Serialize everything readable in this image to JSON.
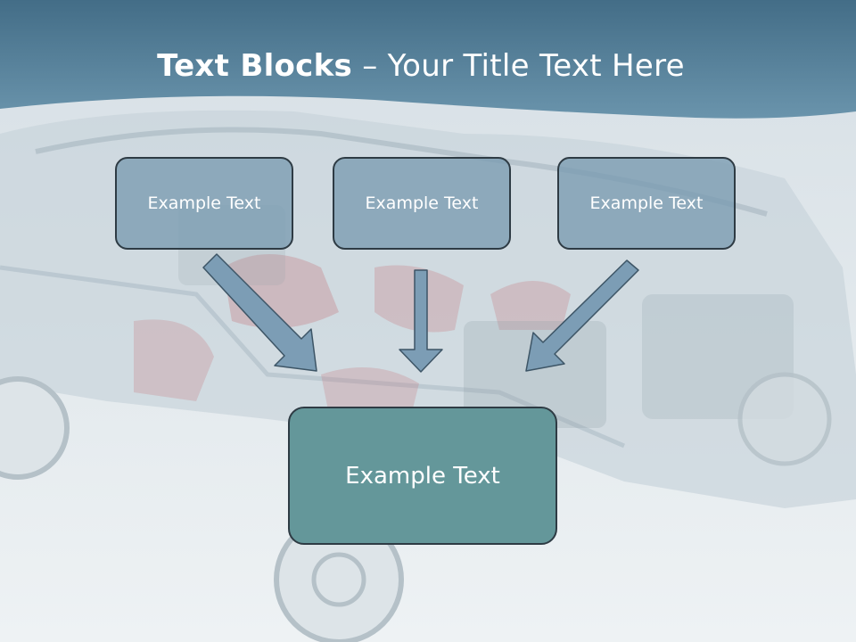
{
  "title": {
    "bold": "Text Blocks",
    "dash": " – ",
    "rest": "Your Title Text Here"
  },
  "blocks": [
    {
      "label": "Example Text"
    },
    {
      "label": "Example Text"
    },
    {
      "label": "Example Text"
    }
  ],
  "result": {
    "label": "Example Text"
  },
  "colors": {
    "header": "#5b87a0",
    "block_fill": "#7a9bb1",
    "result_fill": "#64979a",
    "border": "#2e3b44",
    "arrow": "#7c9db5"
  },
  "icons": {
    "background": "transparent-car-illustration",
    "arrows": "arrow-down-icon"
  }
}
